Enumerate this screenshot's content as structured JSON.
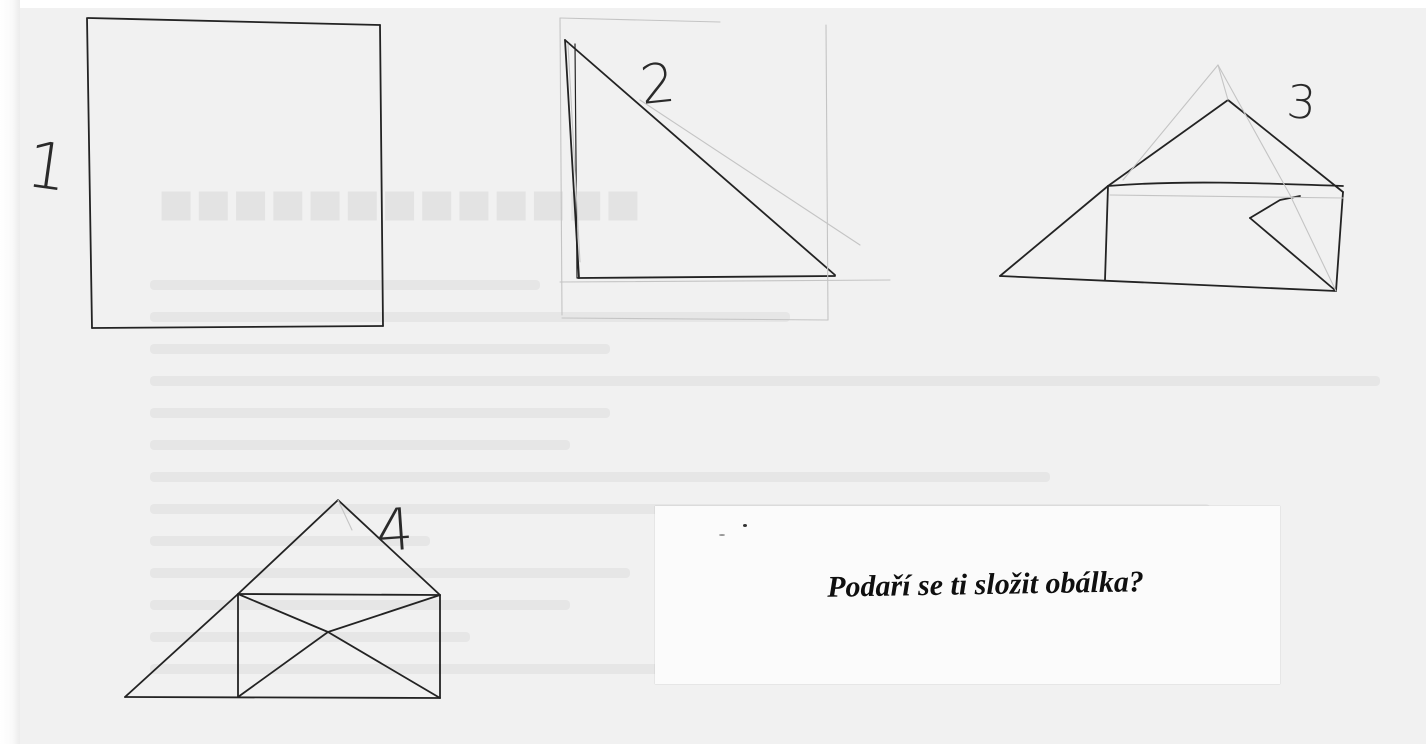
{
  "caption": "Podaří se ti složit obálka?",
  "step_numbers": {
    "step_1": "1",
    "step_2": "2",
    "step_3": "3",
    "step_4": "4"
  },
  "steps": [
    {
      "number": "1",
      "shape": "square sheet"
    },
    {
      "number": "2",
      "shape": "diagonal fold triangle"
    },
    {
      "number": "3",
      "shape": "folded triangle with flap"
    },
    {
      "number": "4",
      "shape": "house-shaped envelope fold"
    }
  ],
  "colors": {
    "pencil": "#222222",
    "faint_pencil": "#bdbdbd",
    "paper": "#f1f1f1",
    "label_card": "#fbfbfb"
  }
}
